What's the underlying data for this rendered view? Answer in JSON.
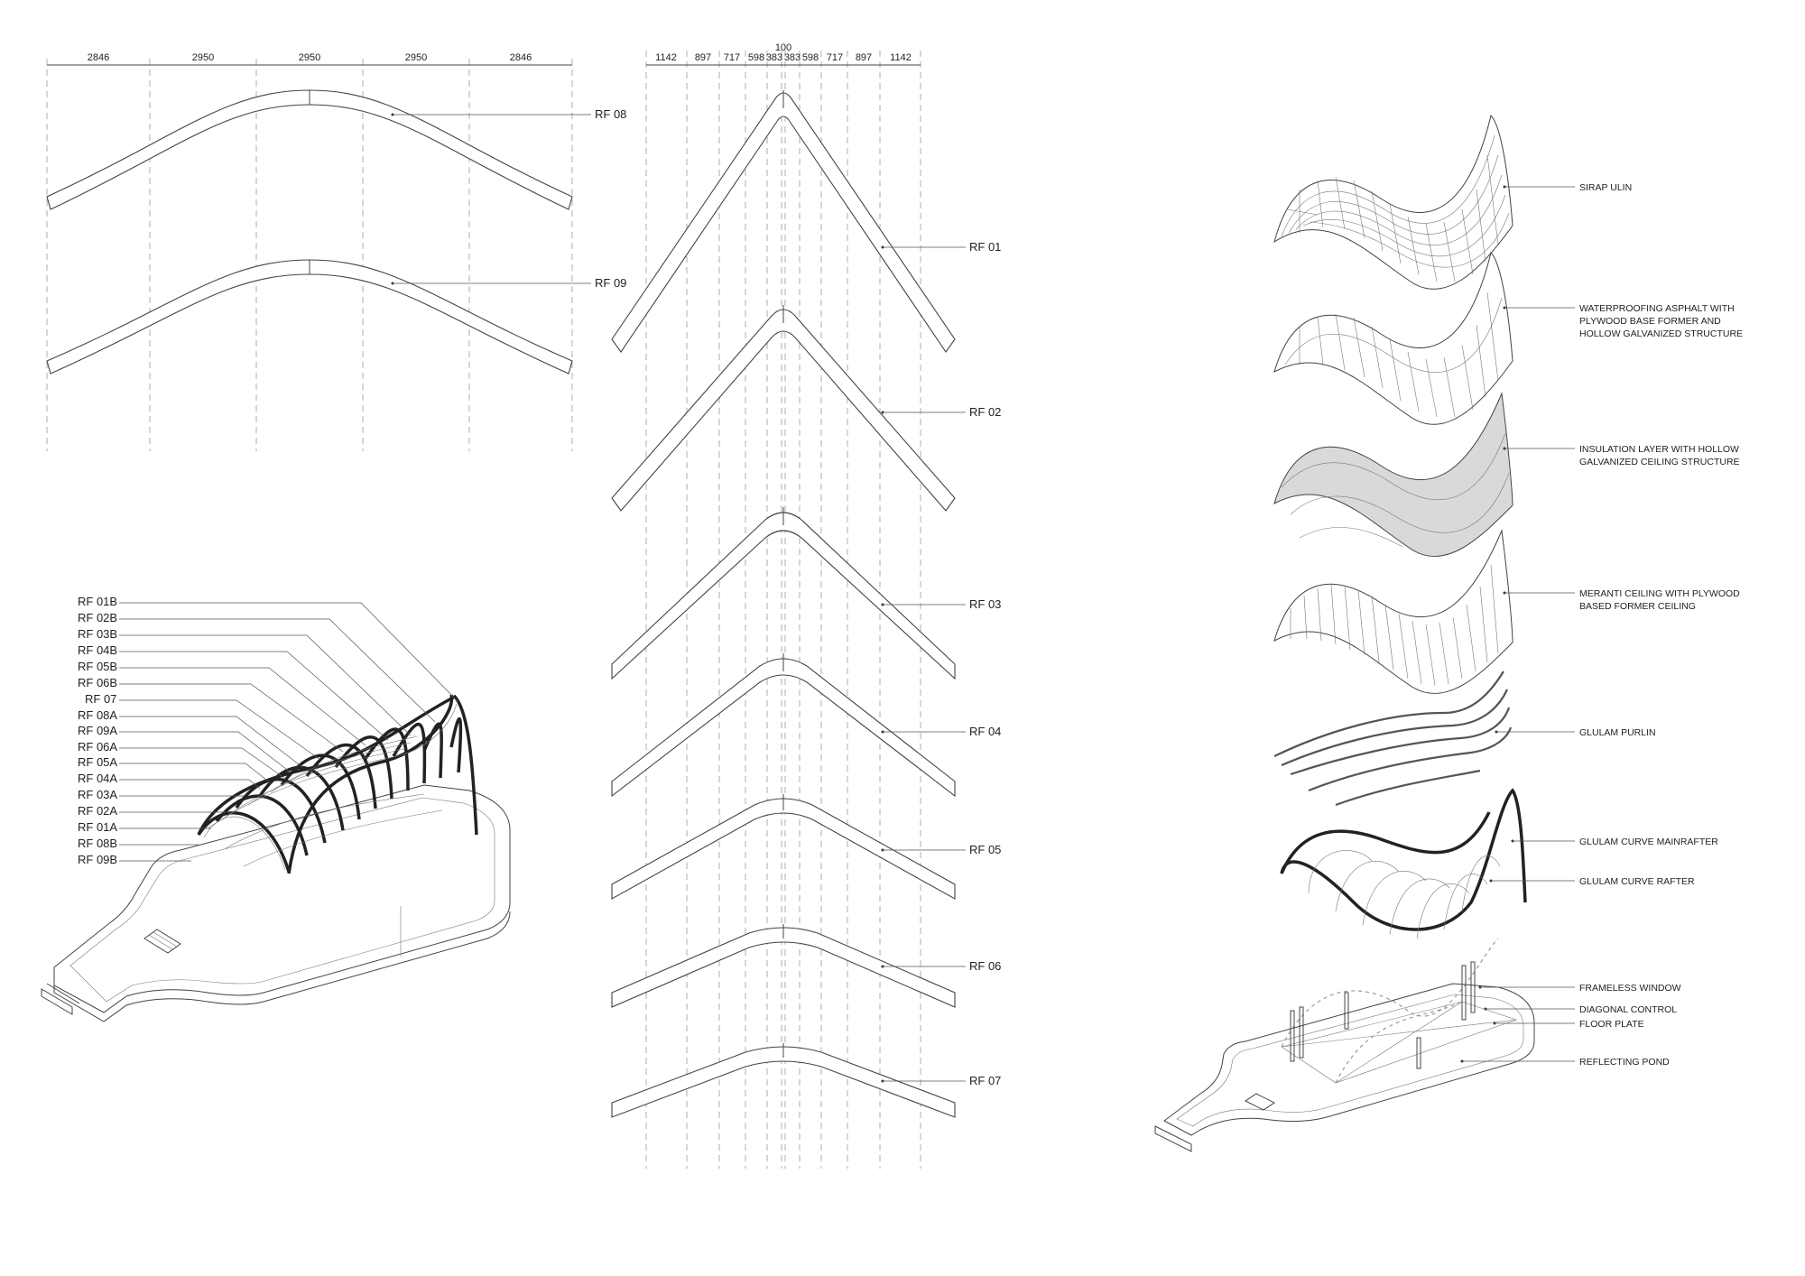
{
  "ribs_side": {
    "dimensions": [
      "2846",
      "2950",
      "2950",
      "2950",
      "2846"
    ],
    "labels": [
      "RF 08",
      "RF 09"
    ]
  },
  "ribs_front": {
    "dimension_top": "100",
    "dimensions": [
      "1142",
      "897",
      "717",
      "598",
      "383",
      "383",
      "598",
      "717",
      "897",
      "1142"
    ],
    "labels": [
      "RF 01",
      "RF 02",
      "RF 03",
      "RF 04",
      "RF 05",
      "RF 06",
      "RF 07"
    ]
  },
  "axon_labels": [
    "RF 01B",
    "RF 02B",
    "RF 03B",
    "RF 04B",
    "RF 05B",
    "RF 06B",
    "RF 07",
    "RF 08A",
    "RF 09A",
    "RF 06A",
    "RF 05A",
    "RF 04A",
    "RF 03A",
    "RF 02A",
    "RF 01A",
    "RF 08B",
    "RF 09B"
  ],
  "layers": {
    "sirap": [
      "SIRAP ULIN"
    ],
    "waterproofing": [
      "WATERPROOFING ASPHALT WITH",
      "PLYWOOD BASE FORMER AND",
      "HOLLOW GALVANIZED STRUCTURE"
    ],
    "insulation": [
      "INSULATION LAYER WITH HOLLOW",
      "GALVANIZED CEILING STRUCTURE"
    ],
    "meranti": [
      "MERANTI CEILING WITH PLYWOOD",
      "BASED FORMER CEILING"
    ],
    "purlin": [
      "GLULAM PURLIN"
    ],
    "mainrafter": [
      "GLULAM CURVE MAINRAFTER"
    ],
    "rafter": [
      "GLULAM CURVE RAFTER"
    ],
    "base": [
      "FRAMELESS WINDOW",
      "DIAGONAL CONTROL",
      "FLOOR PLATE",
      "REFLECTING POND"
    ]
  },
  "colors": {
    "ink": "#222222",
    "guide": "#9a9a9a",
    "insulation_fill": "#d9d9d9"
  }
}
